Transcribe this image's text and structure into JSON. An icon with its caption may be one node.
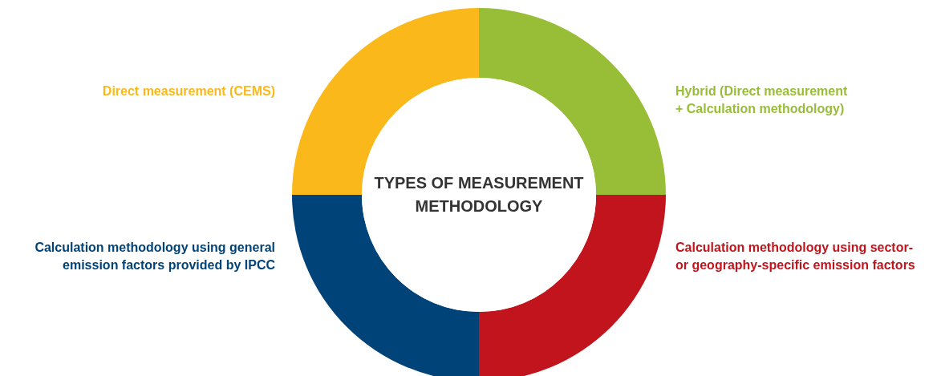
{
  "diagram": {
    "nodes": [
      {
        "text": [
          "TYPES OF MEASUREMENT METHODOLOGY"
        ]
      },
      {
        "text": [],
        "shape": "arc",
        "beside": [
          "Direct measurement (CEMS)"
        ]
      },
      {
        "text": [],
        "shape": "arc",
        "beside": [
          "Hybrid (Direct measurement + Calculation methodology)"
        ]
      },
      {
        "text": [],
        "shape": "arc",
        "beside": [
          "Calculation methodology using general emission factors provided by IPCC"
        ]
      },
      {
        "text": [],
        "shape": "arc",
        "beside": [
          "Calculation methodology using sector- or geography-specific emission factors"
        ]
      }
    ]
  }
}
